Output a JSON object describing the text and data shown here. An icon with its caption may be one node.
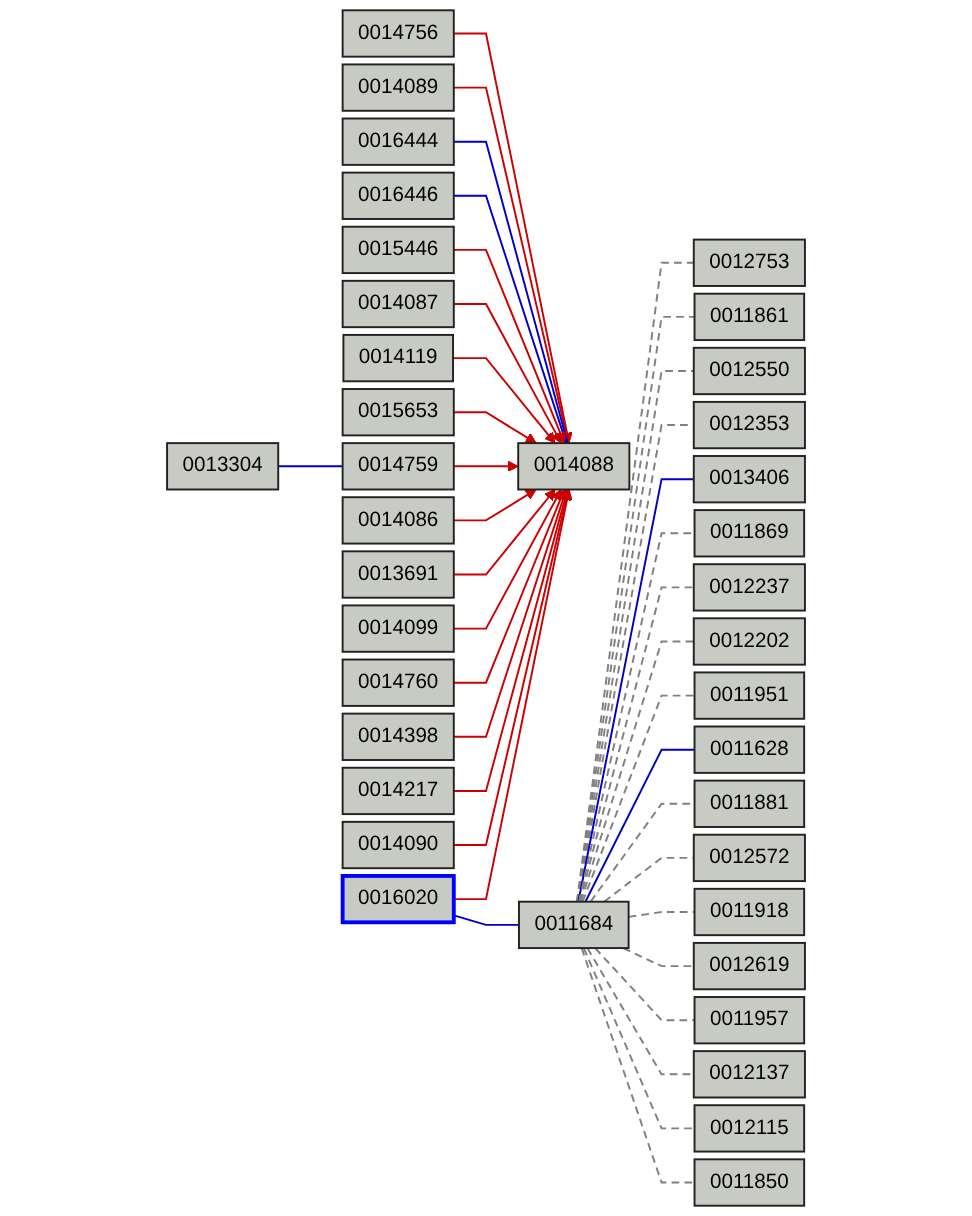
{
  "diagram": {
    "nodes": [
      {
        "text": [
          "0014756"
        ]
      },
      {
        "text": [
          "0014089"
        ]
      },
      {
        "text": [
          "0016444"
        ]
      },
      {
        "text": [
          "0016446"
        ]
      },
      {
        "text": [
          "0015446"
        ]
      },
      {
        "text": [
          "0014087"
        ]
      },
      {
        "text": [
          "0014119"
        ]
      },
      {
        "text": [
          "0013304"
        ]
      },
      {
        "text": [
          "0015653"
        ]
      },
      {
        "text": [
          "0014759"
        ]
      },
      {
        "text": [
          "0014086"
        ]
      },
      {
        "text": [
          "0013691"
        ]
      },
      {
        "text": [
          "0014088"
        ]
      },
      {
        "text": [
          "0014099"
        ]
      },
      {
        "text": [
          "0014760"
        ]
      },
      {
        "text": [
          "0014398"
        ]
      },
      {
        "text": [
          "0014217"
        ]
      },
      {
        "text": [
          "0014090"
        ]
      },
      {
        "text": [
          "0016020"
        ]
      },
      {
        "text": [
          "0012753"
        ]
      },
      {
        "text": [
          "0011861"
        ]
      },
      {
        "text": [
          "0012550"
        ]
      },
      {
        "text": [
          "0012353"
        ]
      },
      {
        "text": [
          "0013406"
        ]
      },
      {
        "text": [
          "0011684"
        ]
      },
      {
        "text": [
          "0011869"
        ]
      },
      {
        "text": [
          "0012237"
        ]
      },
      {
        "text": [
          "0012202"
        ]
      },
      {
        "text": [
          "0011951"
        ]
      },
      {
        "text": [
          "0011628"
        ]
      },
      {
        "text": [
          "0011881"
        ]
      },
      {
        "text": [
          "0012572"
        ]
      },
      {
        "text": [
          "0011918"
        ]
      },
      {
        "text": [
          "0012619"
        ]
      },
      {
        "text": [
          "0011957"
        ]
      },
      {
        "text": [
          "0012137"
        ]
      },
      {
        "text": [
          "0012115"
        ]
      },
      {
        "text": [
          "0011850"
        ]
      }
    ],
    "edges": [
      {
        "from": 0,
        "to": 12,
        "arrow": "to",
        "color": "#cc0000"
      },
      {
        "from": 1,
        "to": 12,
        "arrow": "to",
        "color": "#cc0000"
      },
      {
        "from": 2,
        "to": 12,
        "arrow": "none",
        "color": "#0000cc"
      },
      {
        "from": 3,
        "to": 12,
        "arrow": "none",
        "color": "#0000cc"
      },
      {
        "from": 4,
        "to": 12,
        "arrow": "to",
        "color": "#cc0000"
      },
      {
        "from": 5,
        "to": 12,
        "arrow": "to",
        "color": "#cc0000"
      },
      {
        "from": 6,
        "to": 12,
        "arrow": "to",
        "color": "#cc0000"
      },
      {
        "from": 7,
        "to": 9,
        "arrow": "none",
        "color": "#0000cc"
      },
      {
        "from": 8,
        "to": 12,
        "arrow": "to",
        "color": "#cc0000"
      },
      {
        "from": 9,
        "to": 12,
        "arrow": "to",
        "color": "#cc0000"
      },
      {
        "from": 10,
        "to": 12,
        "arrow": "to",
        "color": "#cc0000"
      },
      {
        "from": 11,
        "to": 12,
        "arrow": "to",
        "color": "#cc0000"
      },
      {
        "from": 13,
        "to": 12,
        "arrow": "to",
        "color": "#cc0000"
      },
      {
        "from": 14,
        "to": 12,
        "arrow": "to",
        "color": "#cc0000"
      },
      {
        "from": 15,
        "to": 12,
        "arrow": "to",
        "color": "#cc0000"
      },
      {
        "from": 16,
        "to": 12,
        "arrow": "to",
        "color": "#cc0000"
      },
      {
        "from": 17,
        "to": 12,
        "arrow": "to",
        "color": "#cc0000"
      },
      {
        "from": 18,
        "to": 12,
        "arrow": "to",
        "color": "#cc0000"
      },
      {
        "from": 18,
        "to": 24,
        "arrow": "none",
        "color": "#0000cc"
      },
      {
        "from": 24,
        "to": 19,
        "arrow": "none",
        "style": "dashed",
        "color": "#808080"
      },
      {
        "from": 24,
        "to": 20,
        "arrow": "none",
        "style": "dashed",
        "color": "#808080"
      },
      {
        "from": 24,
        "to": 21,
        "arrow": "none",
        "style": "dashed",
        "color": "#808080"
      },
      {
        "from": 24,
        "to": 22,
        "arrow": "none",
        "style": "dashed",
        "color": "#808080"
      },
      {
        "from": 24,
        "to": 23,
        "arrow": "none",
        "color": "#0000cc"
      },
      {
        "from": 24,
        "to": 25,
        "arrow": "none",
        "style": "dashed",
        "color": "#808080"
      },
      {
        "from": 24,
        "to": 26,
        "arrow": "none",
        "style": "dashed",
        "color": "#808080"
      },
      {
        "from": 24,
        "to": 27,
        "arrow": "none",
        "style": "dashed",
        "color": "#808080"
      },
      {
        "from": 24,
        "to": 28,
        "arrow": "none",
        "style": "dashed",
        "color": "#808080"
      },
      {
        "from": 24,
        "to": 29,
        "arrow": "none",
        "color": "#0000cc"
      },
      {
        "from": 24,
        "to": 30,
        "arrow": "none",
        "style": "dashed",
        "color": "#808080"
      },
      {
        "from": 24,
        "to": 31,
        "arrow": "none",
        "style": "dashed",
        "color": "#808080"
      },
      {
        "from": 24,
        "to": 32,
        "arrow": "none",
        "style": "dashed",
        "color": "#808080"
      },
      {
        "from": 24,
        "to": 33,
        "arrow": "none",
        "style": "dashed",
        "color": "#808080"
      },
      {
        "from": 24,
        "to": 34,
        "arrow": "none",
        "style": "dashed",
        "color": "#808080"
      },
      {
        "from": 24,
        "to": 35,
        "arrow": "none",
        "style": "dashed",
        "color": "#808080"
      },
      {
        "from": 24,
        "to": 36,
        "arrow": "none",
        "style": "dashed",
        "color": "#808080"
      },
      {
        "from": 24,
        "to": 37,
        "arrow": "none",
        "style": "dashed",
        "color": "#808080"
      }
    ]
  }
}
